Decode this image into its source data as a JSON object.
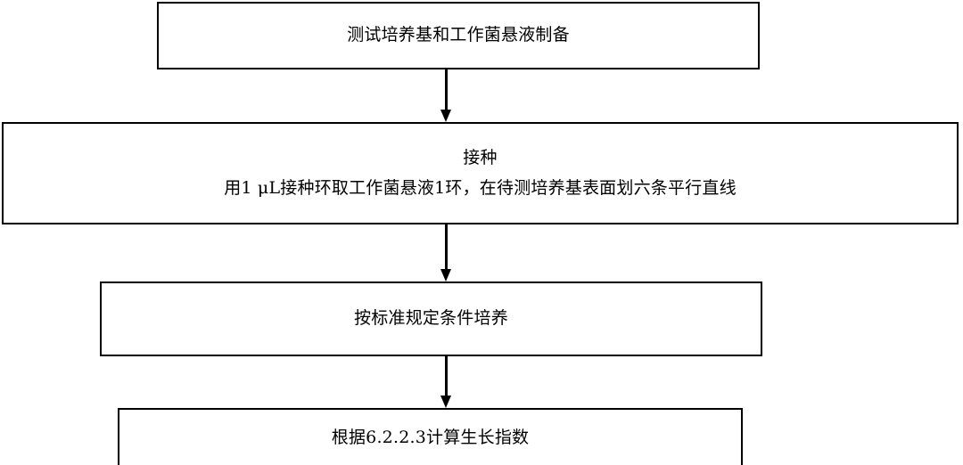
{
  "diagram": {
    "title": "",
    "type": "flowchart",
    "orientation": "top-to-bottom",
    "background_color": "#ffffff",
    "stroke_color": "#000000",
    "text_color": "#000000",
    "nodes": [
      {
        "id": "prepare",
        "shape": "rectangle",
        "lines": [
          "测试培养基和工作菌悬液制备"
        ]
      },
      {
        "id": "inoculate",
        "shape": "rectangle",
        "lines": [
          "接种",
          "用1 μL接种环取工作菌悬液1环，在待测培养基表面划六条平行直线"
        ]
      },
      {
        "id": "incubate",
        "shape": "rectangle",
        "lines": [
          "按标准规定条件培养"
        ]
      },
      {
        "id": "calculate",
        "shape": "rectangle",
        "lines": [
          "根据6.2.2.3计算生长指数"
        ]
      }
    ],
    "connectors": [
      {
        "id": "c1",
        "from": "prepare",
        "to": "inoculate",
        "style": "solid-arrow-down",
        "label": ""
      },
      {
        "id": "c2",
        "from": "inoculate",
        "to": "incubate",
        "style": "solid-arrow-down",
        "label": ""
      },
      {
        "id": "c3",
        "from": "incubate",
        "to": "calculate",
        "style": "solid-arrow-down",
        "label": ""
      }
    ]
  }
}
